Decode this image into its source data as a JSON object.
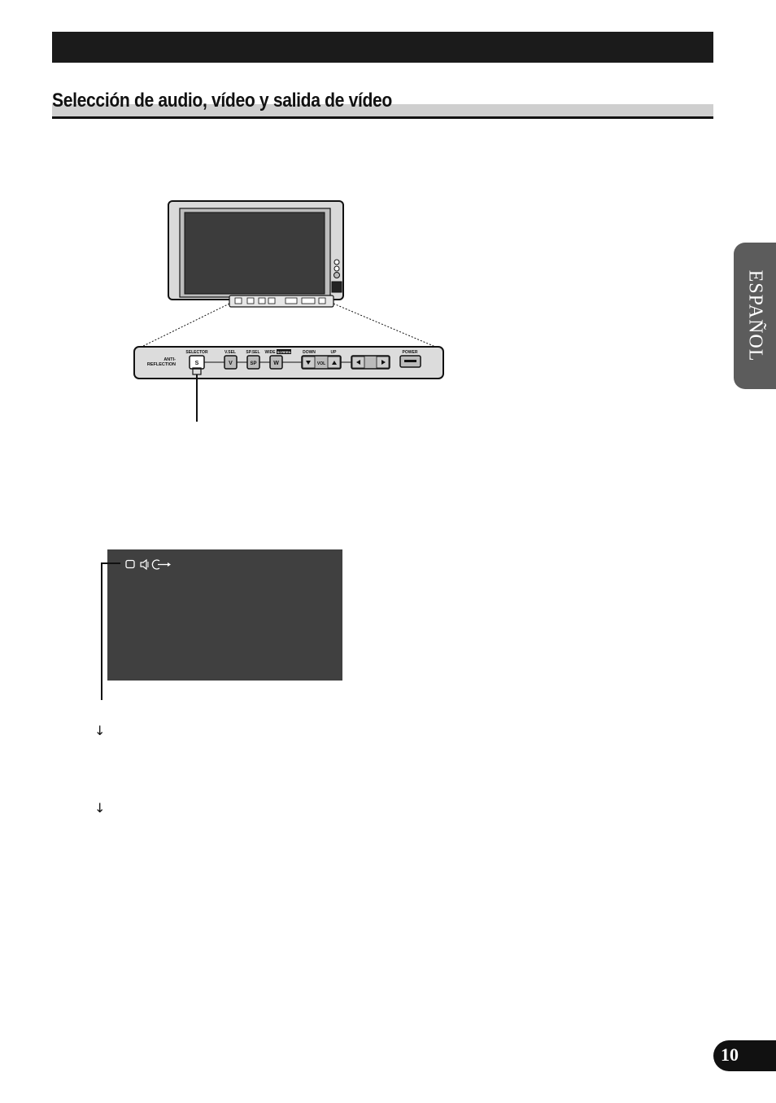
{
  "page": {
    "section_title": "Selección de audio, vídeo y salida de vídeo",
    "language_tab": "ESPAÑOL",
    "page_number": "10"
  },
  "device": {
    "buttons": {
      "anti_reflection": "ANTI-\nREFLECTION",
      "selector_label": "SELECTOR",
      "selector_key": "S",
      "vsel_label": "V.SEL",
      "vsel_key": "V",
      "spsel_label": "SP.SEL",
      "spsel_key": "SP",
      "wide_label": "WIDE",
      "wide_tag": "SCREEN",
      "wide_key": "W",
      "down_label": "DOWN",
      "up_label": "UP",
      "vol_label": "VOL",
      "power_label": "POWER"
    }
  },
  "osd": {
    "icons": [
      "monitor-icon",
      "speaker-icon",
      "output-icon"
    ]
  },
  "flow": {
    "arrow_1": "↓",
    "arrow_2": "↓"
  }
}
